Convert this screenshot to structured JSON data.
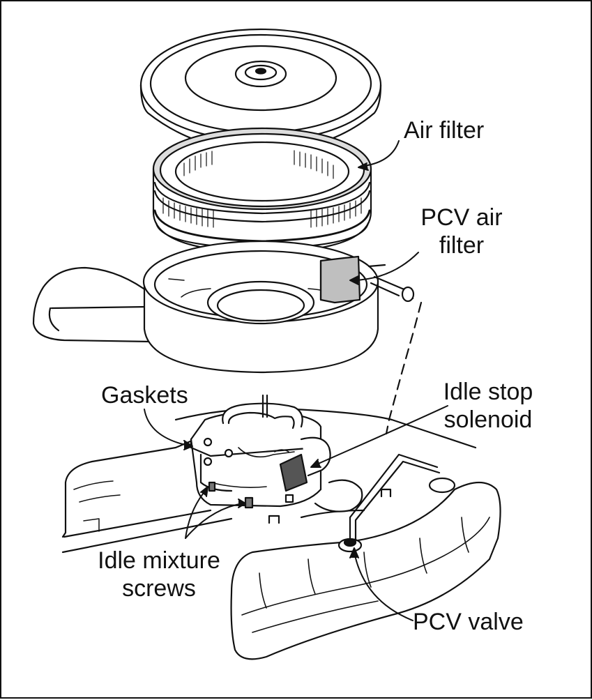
{
  "labels": {
    "air_filter": "Air filter",
    "pcv_air_filter_line1": "PCV air",
    "pcv_air_filter_line2": "filter",
    "gaskets": "Gaskets",
    "idle_stop_line1": "Idle stop",
    "idle_stop_line2": "solenoid",
    "idle_mixture_line1": "Idle mixture",
    "idle_mixture_line2": "screws",
    "pcv_valve": "PCV valve"
  }
}
